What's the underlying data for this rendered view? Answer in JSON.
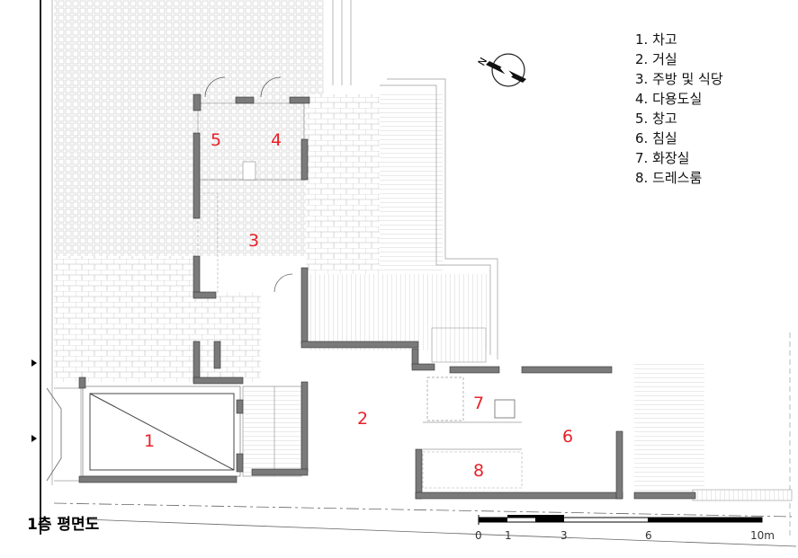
{
  "title": "1층 평면도",
  "legend": [
    "1. 차고",
    "2. 거실",
    "3. 주방 및 식당",
    "4. 다용도실",
    "5. 창고",
    "6. 침실",
    "7. 화장실",
    "8. 드레스룸"
  ],
  "rooms": [
    "1",
    "2",
    "3",
    "4",
    "5",
    "6",
    "7",
    "8"
  ],
  "compass_label": "N",
  "scale_labels": [
    "0",
    "1",
    "3",
    "6",
    "10m"
  ],
  "colors": {
    "room_number": "#e8212a",
    "wall": "#7a7a7a",
    "text": "#111111"
  }
}
